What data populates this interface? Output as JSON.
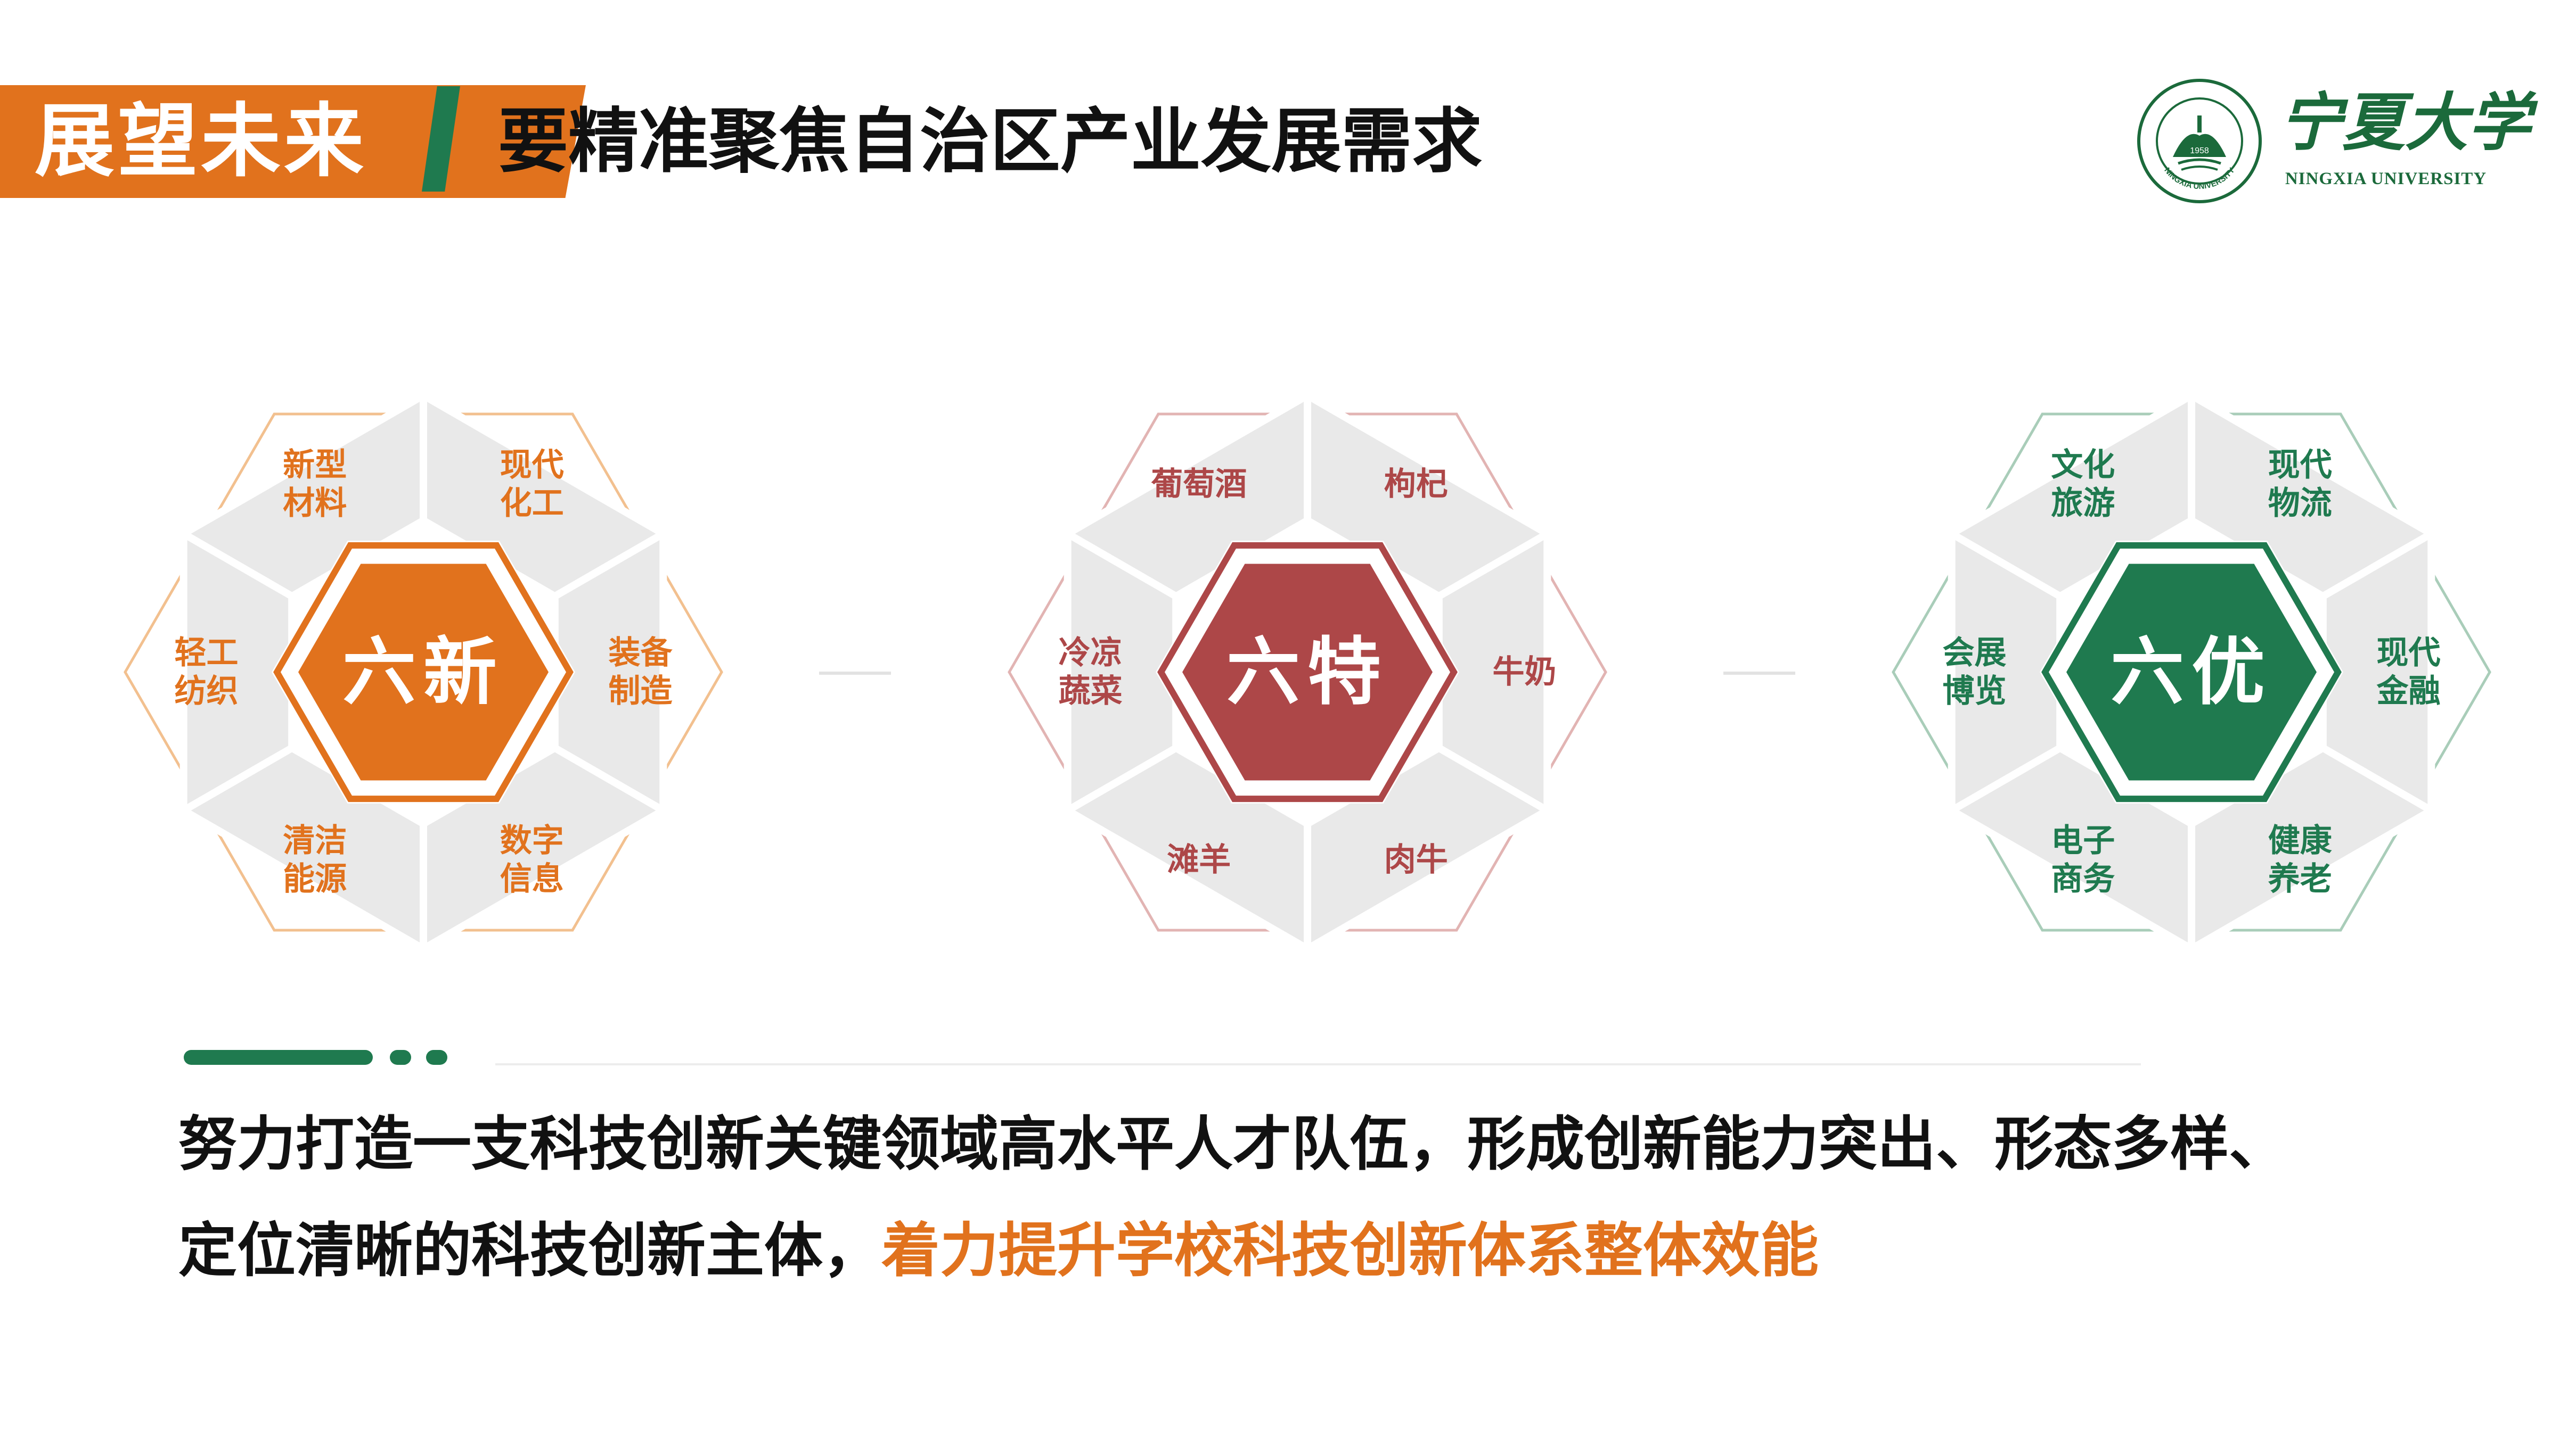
{
  "header": {
    "tag": "展望未来",
    "title": "要精准聚焦自治区产业发展需求"
  },
  "logo": {
    "name_cn": "宁夏大学",
    "name_en": "NINGXIA UNIVERSITY",
    "seal_year": "1958",
    "seal_text": "NINGXIA UNIVERSITY"
  },
  "colors": {
    "orange": "#e1721d",
    "red": "#ad4748",
    "green": "#1f7a4f",
    "segment_gray": "#e9e9e9"
  },
  "hexagons": [
    {
      "key": "new",
      "center": "六新",
      "color": "#e1721d",
      "outline": "#f2c08f",
      "segments": [
        {
          "position": "top",
          "lines": [
            "新型",
            "材料"
          ]
        },
        {
          "position": "upper-right",
          "lines": [
            "现代",
            "化工"
          ]
        },
        {
          "position": "lower-right",
          "lines": [
            "装备",
            "制造"
          ]
        },
        {
          "position": "bottom",
          "lines": [
            "数字",
            "信息"
          ]
        },
        {
          "position": "lower-left",
          "lines": [
            "清洁",
            "能源"
          ]
        },
        {
          "position": "upper-left",
          "lines": [
            "轻工",
            "纺织"
          ]
        }
      ]
    },
    {
      "key": "special",
      "center": "六特",
      "color": "#ad4748",
      "outline": "#e2b4b3",
      "segments": [
        {
          "position": "top",
          "lines": [
            "葡萄酒"
          ]
        },
        {
          "position": "upper-right",
          "lines": [
            "枸杞"
          ]
        },
        {
          "position": "lower-right",
          "lines": [
            "牛奶"
          ]
        },
        {
          "position": "bottom",
          "lines": [
            "肉牛"
          ]
        },
        {
          "position": "lower-left",
          "lines": [
            "滩羊"
          ]
        },
        {
          "position": "upper-left",
          "lines": [
            "冷凉",
            "蔬菜"
          ]
        }
      ]
    },
    {
      "key": "excellent",
      "center": "六优",
      "color": "#1f7a4f",
      "outline": "#a9cdb9",
      "segments": [
        {
          "position": "top",
          "lines": [
            "文化",
            "旅游"
          ]
        },
        {
          "position": "upper-right",
          "lines": [
            "现代",
            "物流"
          ]
        },
        {
          "position": "lower-right",
          "lines": [
            "现代",
            "金融"
          ]
        },
        {
          "position": "bottom",
          "lines": [
            "健康",
            "养老"
          ]
        },
        {
          "position": "lower-left",
          "lines": [
            "电子",
            "商务"
          ]
        },
        {
          "position": "upper-left",
          "lines": [
            "会展",
            "博览"
          ]
        }
      ]
    }
  ],
  "footer": {
    "line1": "努力打造一支科技创新关键领域高水平人才队伍，形成创新能力突出、形态多样、",
    "line2_normal": "定位清晰的科技创新主体，",
    "line2_highlight": "着力提升学校科技创新体系整体效能"
  }
}
